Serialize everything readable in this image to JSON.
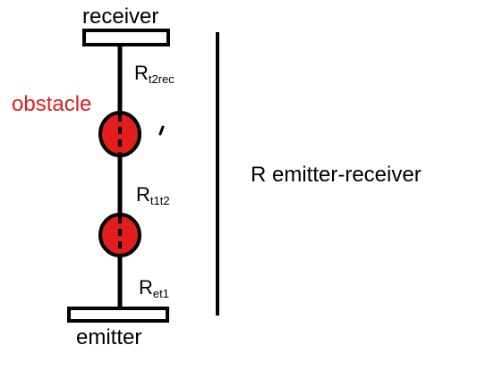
{
  "labels": {
    "receiver": "receiver",
    "emitter": "emitter",
    "obstacle": "obstacle",
    "r_emitter_receiver": "R emitter-receiver"
  },
  "resistances": [
    {
      "main": "R",
      "sub": "t2rec"
    },
    {
      "main": "R",
      "sub": "t1t2"
    },
    {
      "main": "R",
      "sub": "et1"
    }
  ],
  "colors": {
    "obstacle": "#e11d1d",
    "line": "#000000",
    "background": "#ffffff"
  }
}
